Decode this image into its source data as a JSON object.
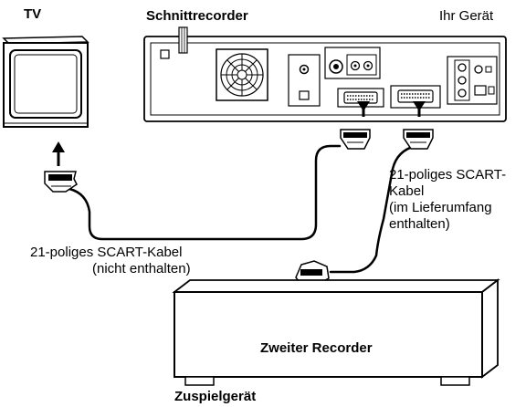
{
  "labels": {
    "tv": "TV",
    "recorder": "Schnittrecorder",
    "your_device": "Ihr Gerät",
    "cable_left_line1": "21-poliges SCART-Kabel",
    "cable_left_line2": "(nicht enthalten)",
    "cable_right_line1": "21-poliges SCART-",
    "cable_right_line2": "Kabel",
    "cable_right_line3": "(im Lieferumfang",
    "cable_right_line4": "enthalten)",
    "second_recorder": "Zweiter Recorder",
    "source_device": "Zuspielgerät"
  }
}
